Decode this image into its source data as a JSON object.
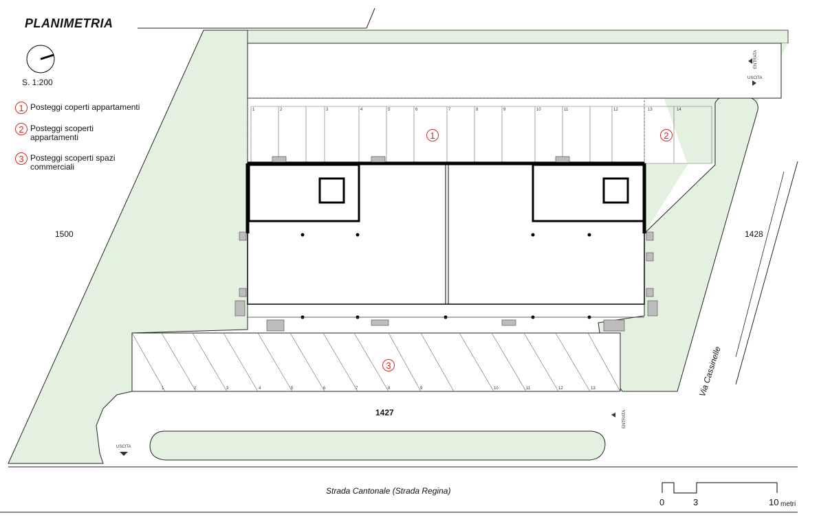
{
  "title": "PLANIMETRIA",
  "scale": "S. 1:200",
  "legend": [
    {
      "num": "1",
      "text": "Posteggi coperti appartamenti"
    },
    {
      "num": "2",
      "text": "Posteggi scoperti appartamenti"
    },
    {
      "num": "3",
      "text": "Posteggi scoperti spazi commerciali"
    }
  ],
  "parcels": {
    "west": "1500",
    "east": "1428",
    "south": "1427"
  },
  "roads": {
    "south": "Strada Cantonale (Strada Regina)",
    "east": "Via Cassinelle"
  },
  "markers": {
    "entrata": "ENTRATA",
    "uscita": "USCITA"
  },
  "zones": {
    "covered": "1",
    "open_apartments": "2",
    "commercial": "3"
  },
  "covered_stalls": [
    "1",
    "2",
    "3",
    "4",
    "5",
    "6",
    "7",
    "8",
    "9",
    "10",
    "11",
    "12",
    "13",
    "14"
  ],
  "commercial_stalls": [
    "1",
    "2",
    "3",
    "4",
    "5",
    "6",
    "7",
    "8",
    "9",
    "10",
    "11",
    "12",
    "13"
  ],
  "scalebar": {
    "ticks": [
      "0",
      "3",
      "10"
    ],
    "unit": "metri"
  },
  "colors": {
    "green": "#e4f1e0",
    "red": "#e2231a",
    "wall": "#000000",
    "grey": "#bdbdbd"
  }
}
